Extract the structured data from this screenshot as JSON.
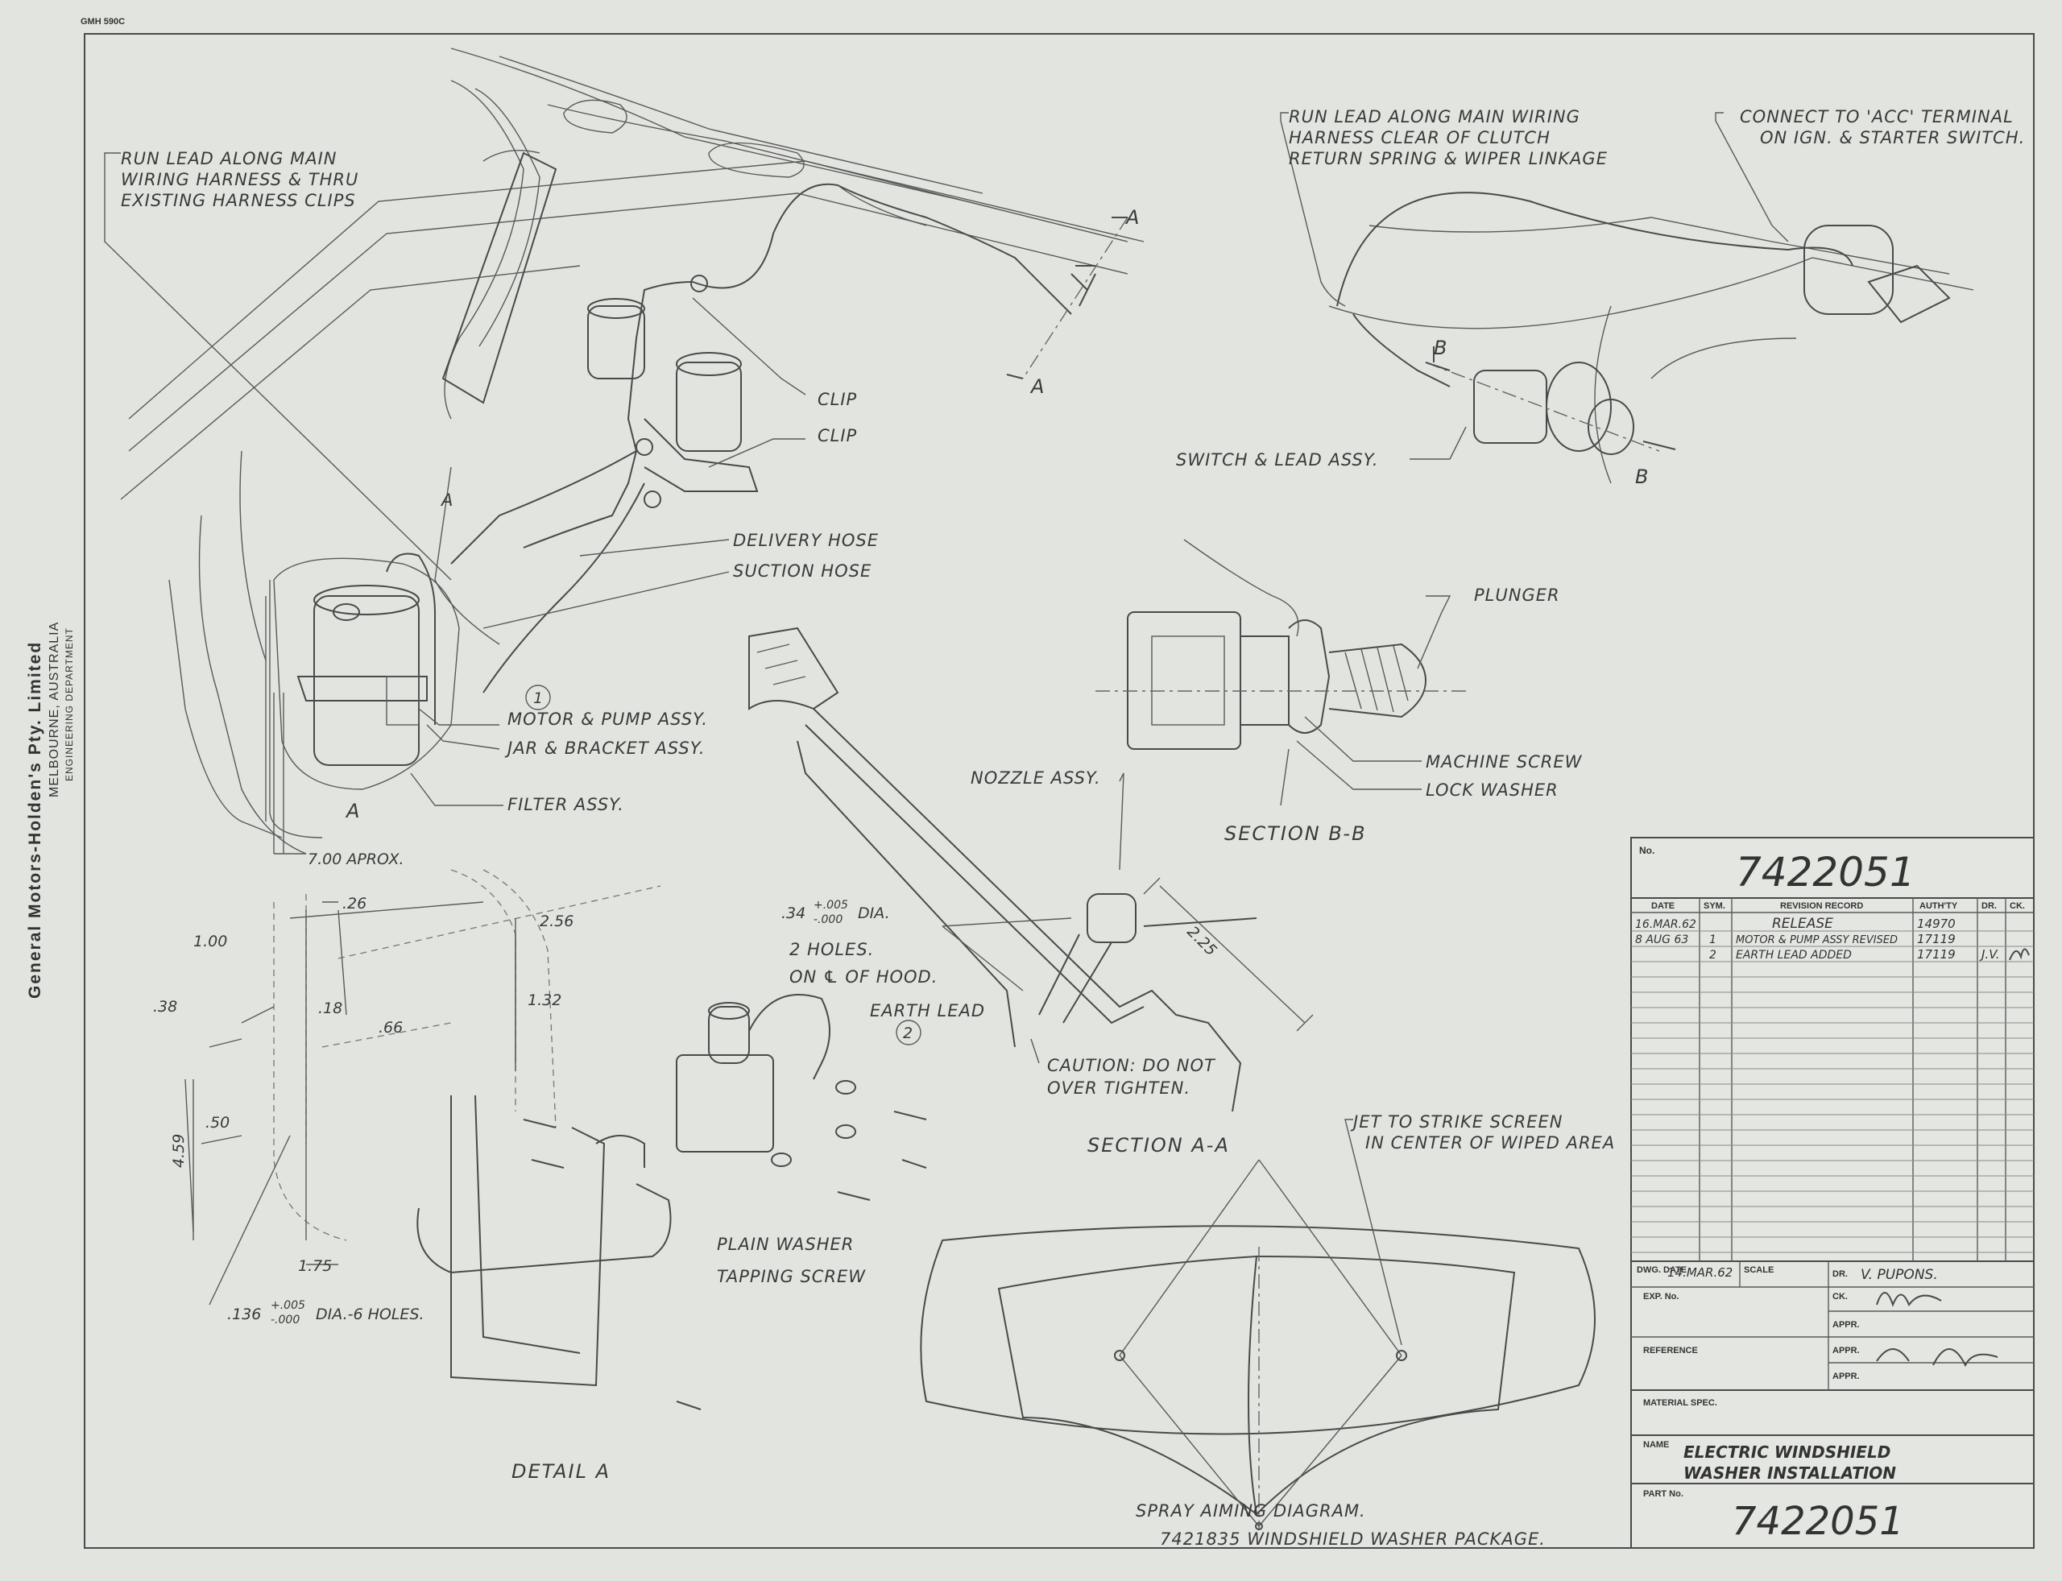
{
  "form_code": "GMH 590C",
  "company": {
    "name": "General Motors-Holden's Pty. Limited",
    "location": "MELBOURNE, AUSTRALIA",
    "department": "ENGINEERING DEPARTMENT"
  },
  "callouts": {
    "run_lead_harness": [
      "RUN LEAD ALONG MAIN",
      "WIRING HARNESS & THRU",
      "EXISTING HARNESS CLIPS"
    ],
    "run_lead_clutch": [
      "RUN LEAD ALONG MAIN WIRING",
      "HARNESS CLEAR OF CLUTCH",
      "RETURN SPRING & WIPER LINKAGE"
    ],
    "connect_acc": [
      "CONNECT TO 'ACC' TERMINAL",
      "ON IGN. & STARTER SWITCH."
    ],
    "clip_1": "CLIP",
    "clip_2": "CLIP",
    "delivery_hose": "DELIVERY HOSE",
    "suction_hose": "SUCTION HOSE",
    "motor_pump": "MOTOR & PUMP ASSY.",
    "jar_bracket": "JAR & BRACKET ASSY.",
    "filter": "FILTER ASSY.",
    "switch_lead": "SWITCH & LEAD ASSY.",
    "plunger": "PLUNGER",
    "machine_screw": "MACHINE SCREW",
    "lock_washer": "LOCK WASHER",
    "nozzle": "NOZZLE ASSY.",
    "hood_holes": [
      "2 HOLES.",
      "ON ℄ OF HOOD."
    ],
    "earth_lead": "EARTH LEAD",
    "caution": [
      "CAUTION: DO NOT",
      "OVER TIGHTEN."
    ],
    "plain_washer": "PLAIN WASHER",
    "tapping_screw": "TAPPING SCREW",
    "jet_strike": [
      "JET TO STRIKE SCREEN",
      "IN CENTER OF WIPED AREA"
    ],
    "spray_diagram": "SPRAY AIMING DIAGRAM.",
    "package": "7421835 WINDSHIELD WASHER PACKAGE."
  },
  "markers": {
    "A": "A",
    "B": "B",
    "note_1": "1",
    "note_2": "2"
  },
  "sections": {
    "bb": "SECTION B-B",
    "aa": "SECTION A-A",
    "detail": "DETAIL A"
  },
  "dimensions": {
    "aprox": "7.00 APROX.",
    "d026": ".26",
    "d100": "1.00",
    "d256": "2.56",
    "d038": ".38",
    "d018": ".18",
    "d066": ".66",
    "d132": "1.32",
    "d050": ".50",
    "d459": "4.59",
    "d175": "1.75",
    "hole136": ".136",
    "hole136_tol_plus": "+.005",
    "hole136_tol_minus": "-.000",
    "hole136_note": "DIA.-6 HOLES.",
    "hole034": ".34",
    "hole034_tol_plus": "+.005",
    "hole034_tol_minus": "-.000",
    "hole034_note": "DIA.",
    "d225": "2.25"
  },
  "title_block": {
    "no_label": "No.",
    "number": "7422051",
    "rev_headers": [
      "DATE",
      "SYM.",
      "REVISION RECORD",
      "AUTH'TY",
      "DR.",
      "CK."
    ],
    "revisions": [
      {
        "date": "16.MAR.62",
        "sym": "",
        "record": "RELEASE",
        "auth": "14970",
        "dr": "",
        "ck": ""
      },
      {
        "date": "8 AUG 63",
        "sym": "1",
        "record": "MOTOR & PUMP ASSY REVISED",
        "auth": "17119",
        "dr": "",
        "ck": ""
      },
      {
        "date": "",
        "sym": "2",
        "record": "EARTH LEAD ADDED",
        "auth": "17119",
        "dr": "J.V.",
        "ck": ""
      }
    ],
    "dwg_date_label": "DWG. DATE",
    "dwg_date": "14.MAR.62",
    "scale_label": "SCALE",
    "dr_label": "DR.",
    "dr_name": "V. PUPONS.",
    "exp_label": "EXP. No.",
    "ck_label": "CK.",
    "appr_label": "APPR.",
    "reference_label": "REFERENCE",
    "material_label": "MATERIAL SPEC.",
    "name_label": "NAME",
    "name_line1": "ELECTRIC WINDSHIELD",
    "name_line2": "WASHER INSTALLATION",
    "part_label": "PART No.",
    "part_number": "7422051"
  }
}
